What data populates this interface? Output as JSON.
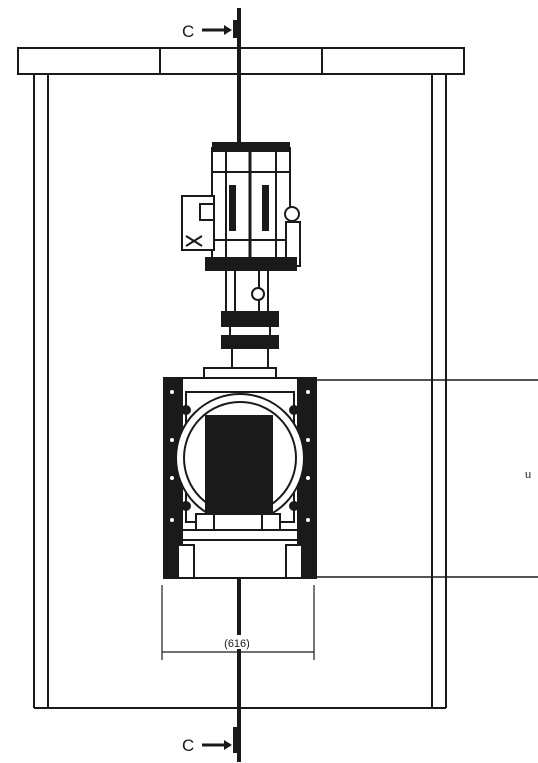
{
  "drawing": {
    "section_marker_top": "C",
    "section_marker_bottom": "C",
    "width_dimension": "(616)",
    "side_mark": "u"
  }
}
